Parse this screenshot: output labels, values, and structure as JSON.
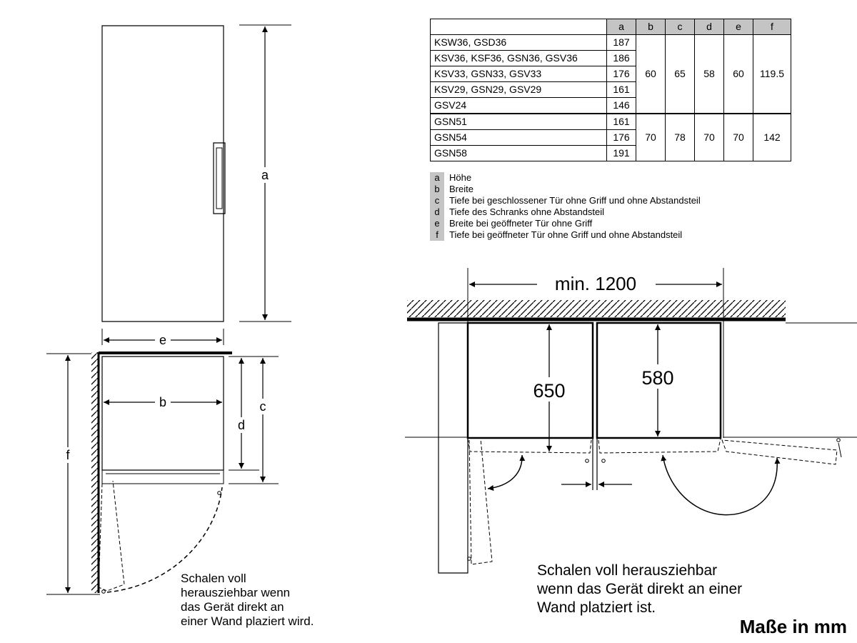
{
  "table": {
    "columns": [
      "a",
      "b",
      "c",
      "d",
      "e",
      "f"
    ],
    "groups": [
      {
        "rows": [
          {
            "models": "KSW36, GSD36",
            "a": "187"
          },
          {
            "models": "KSV36, KSF36, GSN36, GSV36",
            "a": "186"
          },
          {
            "models": "KSV33, GSN33, GSV33",
            "a": "176"
          },
          {
            "models": "KSV29, GSN29, GSV29",
            "a": "161"
          },
          {
            "models": "GSV24",
            "a": "146"
          }
        ],
        "b": "60",
        "c": "65",
        "d": "58",
        "e": "60",
        "f": "119.5"
      },
      {
        "rows": [
          {
            "models": "GSN51",
            "a": "161"
          },
          {
            "models": "GSN54",
            "a": "176"
          },
          {
            "models": "GSN58",
            "a": "191"
          }
        ],
        "b": "70",
        "c": "78",
        "d": "70",
        "e": "70",
        "f": "142"
      }
    ]
  },
  "legend": [
    {
      "key": "a",
      "text": "Höhe"
    },
    {
      "key": "b",
      "text": "Breite"
    },
    {
      "key": "c",
      "text": "Tiefe bei geschlossener Tür ohne Griff und ohne Abstandsteil"
    },
    {
      "key": "d",
      "text": "Tiefe des Schranks ohne Abstandsteil"
    },
    {
      "key": "e",
      "text": "Breite bei geöffneter Tür ohne Griff"
    },
    {
      "key": "f",
      "text": "Tiefe bei geöffneter Tür ohne Griff und ohne Abstandsteil"
    }
  ],
  "diagram_labels": {
    "a": "a",
    "b": "b",
    "c": "c",
    "d": "d",
    "e": "e",
    "f": "f",
    "min_width": "min. 1200",
    "depth_650": "650",
    "depth_580": "580"
  },
  "notes": {
    "left": [
      "Schalen voll",
      "herausziehbar wenn",
      "das Gerät direkt an",
      "einer Wand plaziert wird."
    ],
    "right": [
      "Schalen voll herausziehbar",
      "wenn das Gerät direkt an einer",
      "Wand platziert ist."
    ],
    "units": "Maße in mm"
  }
}
